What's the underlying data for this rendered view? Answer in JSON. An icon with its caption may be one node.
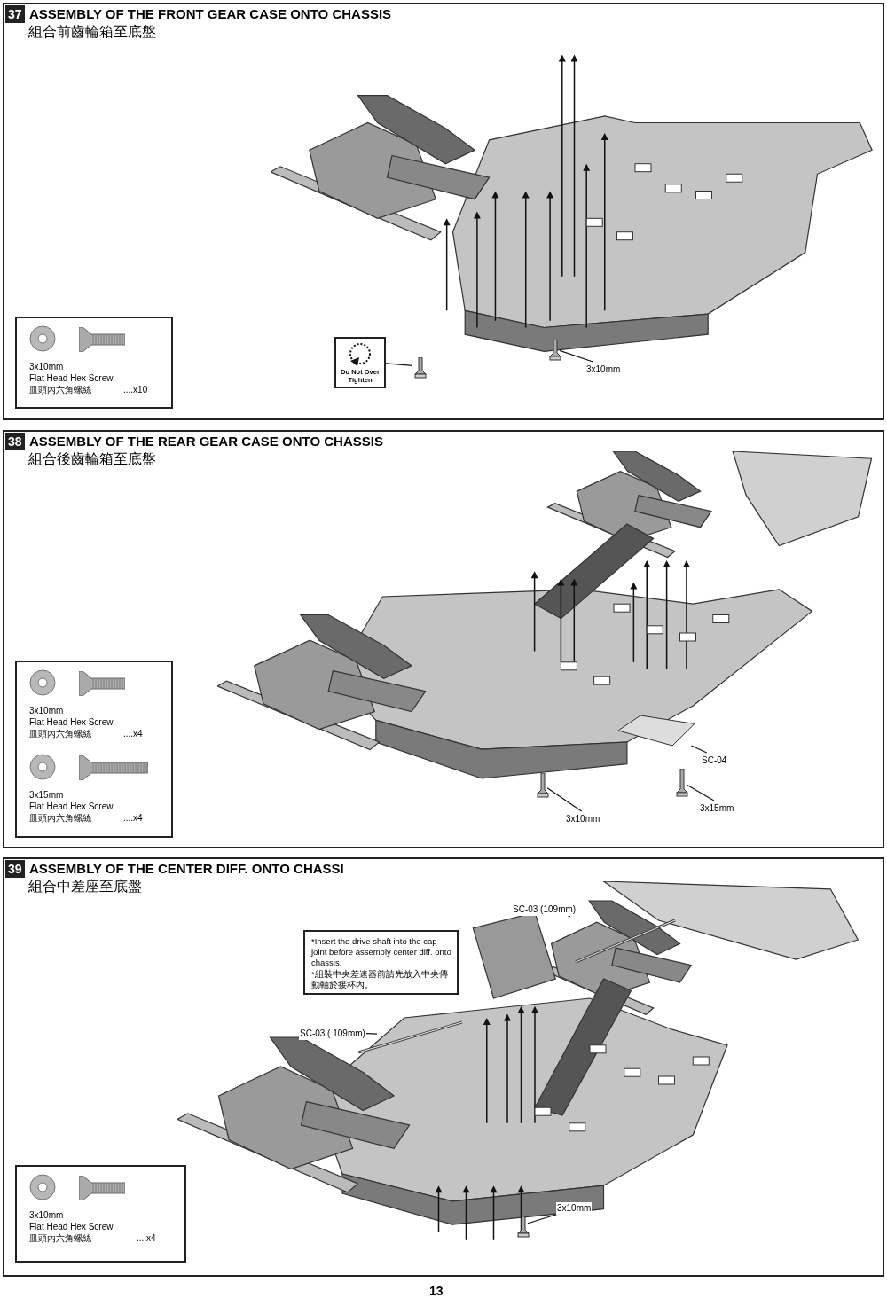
{
  "diagram": {
    "nodes": [
      {
        "text": [
          "37",
          "ASSEMBLY OF THE FRONT GEAR CASE ONTO CHASSIS",
          "組合前齒輪箱至底盤"
        ]
      },
      {
        "text": [
          "3x10mm",
          "Flat Head Hex Screw",
          "皿頭內六角螺絲",
          "....x10"
        ],
        "in": 0
      },
      {
        "text": [
          "Do Not Over Tighten"
        ],
        "in": 0
      },
      {
        "text": [],
        "shape": "picture",
        "in": 0
      },
      {
        "text": [
          "3x10mm"
        ],
        "in": 0
      },
      {
        "text": [],
        "shape": "picture",
        "in": 0
      },
      {
        "text": [
          "38",
          "ASSEMBLY OF THE REAR GEAR CASE ONTO CHASSIS",
          "組合後齒輪箱至底盤"
        ]
      },
      {
        "text": [
          "3x10mm",
          "Flat Head Hex Screw",
          "皿頭內六角螺絲",
          "....x4",
          "3x15mm",
          "Flat Head Hex Screw",
          "皿頭內六角螺絲",
          "....x4"
        ],
        "in": 6
      },
      {
        "text": [
          "SC-04"
        ],
        "in": 6
      },
      {
        "text": [],
        "shape": "picture",
        "in": 6
      },
      {
        "text": [
          "3x10mm"
        ],
        "in": 6
      },
      {
        "text": [],
        "shape": "picture",
        "in": 6
      },
      {
        "text": [
          "3x15mm"
        ],
        "in": 6
      },
      {
        "text": [],
        "shape": "picture",
        "in": 6
      },
      {
        "text": [
          "39",
          "ASSEMBLY OF THE CENTER DIFF. ONTO CHASSI",
          "組合中差座至底盤"
        ]
      },
      {
        "text": [
          "3x10mm",
          "Flat Head Hex Screw",
          "皿頭內六角螺絲",
          "....x4"
        ],
        "in": 14
      },
      {
        "text": [
          "*Insert the drive shaft into the cap joint before assembly center diff. onto chassis.",
          "*組裝中央差速器前請先放入中央傳動軸於接杯內。"
        ],
        "in": 14
      },
      {
        "text": [
          "SC-03 (109mm)"
        ],
        "in": 14
      },
      {
        "text": [],
        "shape": "picture",
        "in": 14
      },
      {
        "text": [
          "SC-03 ( 109mm)"
        ],
        "in": 14
      },
      {
        "text": [],
        "shape": "picture",
        "in": 14
      },
      {
        "text": [
          "3x10mm"
        ],
        "in": 14
      },
      {
        "text": [],
        "shape": "picture",
        "in": 14
      }
    ],
    "edges": [
      {
        "from": 2,
        "to": 3,
        "arrow": "none"
      },
      {
        "from": 4,
        "to": 5,
        "arrow": "none"
      },
      {
        "from": 8,
        "to": 9,
        "arrow": "none"
      },
      {
        "from": 10,
        "to": 11,
        "arrow": "none"
      },
      {
        "from": 12,
        "to": 13,
        "arrow": "none"
      },
      {
        "from": 17,
        "to": 18,
        "arrow": "none"
      },
      {
        "from": 19,
        "to": 20,
        "arrow": "none"
      },
      {
        "from": 21,
        "to": 22,
        "arrow": "none"
      }
    ],
    "labels": [
      "13"
    ]
  }
}
